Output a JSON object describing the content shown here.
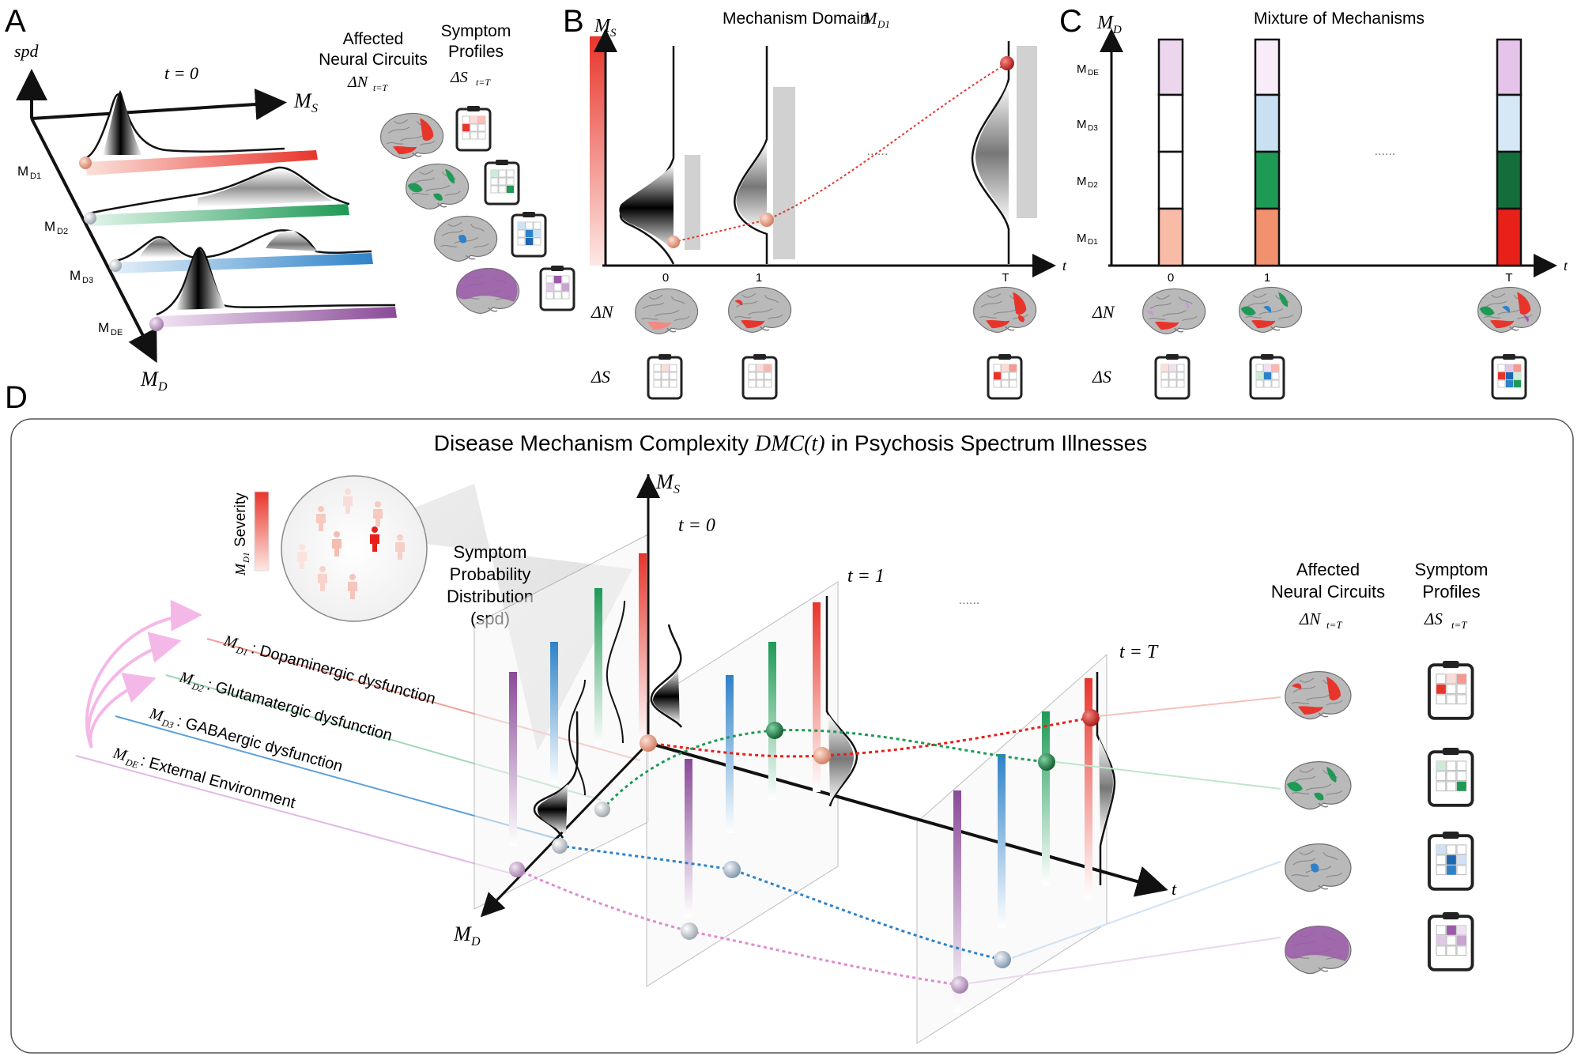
{
  "panels": {
    "a": {
      "letter": "A",
      "spd_axis": "spd",
      "time_label": "t = 0",
      "ms_axis": "M",
      "ms_sub": "S",
      "md_axis": "M",
      "md_sub": "D",
      "mechanisms": [
        "M",
        "M",
        "M",
        "M"
      ],
      "mechanism_subs": [
        "D1",
        "D2",
        "D3",
        "DE"
      ],
      "affected_title": [
        "Affected",
        "Neural Circuits"
      ],
      "affected_sym": "ΔN",
      "affected_sub": "t=T",
      "symptom_title": [
        "Symptom",
        "Profiles"
      ],
      "symptom_sym": "ΔS",
      "symptom_sub": "t=T"
    },
    "b": {
      "letter": "B",
      "title_text": "Mechanism Domain ",
      "title_sym": "M",
      "title_sub": "D1",
      "y_axis": "M",
      "y_sub": "S",
      "x_axis": "t",
      "ticks": [
        "0",
        "1",
        "T"
      ],
      "dots": "......",
      "dn_label": "ΔN",
      "ds_label": "ΔS"
    },
    "c": {
      "letter": "C",
      "title": "Mixture of Mechanisms",
      "y_axis": "M",
      "y_sub": "D",
      "x_axis": "t",
      "levels": [
        "M",
        "M",
        "M",
        "M"
      ],
      "level_subs": [
        "DE",
        "D3",
        "D2",
        "D1"
      ],
      "ticks": [
        "0",
        "1",
        "T"
      ],
      "dots": "......",
      "dn_label": "ΔN",
      "ds_label": "ΔS"
    },
    "d": {
      "letter": "D",
      "title_pre": "Disease Mechanism Complexity ",
      "title_sym": "DMC(t)",
      "title_post": " in Psychosis Spectrum Illnesses",
      "severity_sym": "M",
      "severity_sub": "D1",
      "severity_label": "Severity",
      "spd_title": [
        "Symptom",
        "Probability",
        "Distribution",
        "(spd)"
      ],
      "ms_axis": "M",
      "ms_sub": "S",
      "md_axis": "M",
      "md_sub": "D",
      "t_axis": "t",
      "times": [
        "t = 0",
        "t = 1",
        "t = T"
      ],
      "dots": "......",
      "mechanism_labels": [
        {
          "sym": "M",
          "sub": "D1",
          "text": ": Dopaminergic dysfunction"
        },
        {
          "sym": "M",
          "sub": "D2",
          "text": ": Glutamatergic dysfunction"
        },
        {
          "sym": "M",
          "sub": "D3",
          "text": ": GABAergic dysfunction"
        },
        {
          "sym": "M",
          "sub": "DE",
          "text": ": External Environment"
        }
      ],
      "affected_title": [
        "Affected",
        "Neural Circuits"
      ],
      "affected_sym": "ΔN",
      "affected_sub": "t=T",
      "symptom_title": [
        "Symptom",
        "Profiles"
      ],
      "symptom_sym": "ΔS",
      "symptom_sub": "t=T"
    }
  },
  "colors": {
    "d1": "#e8352b",
    "d2": "#1e9a55",
    "d3": "#2e82c8",
    "de": "#9a5aa8"
  }
}
